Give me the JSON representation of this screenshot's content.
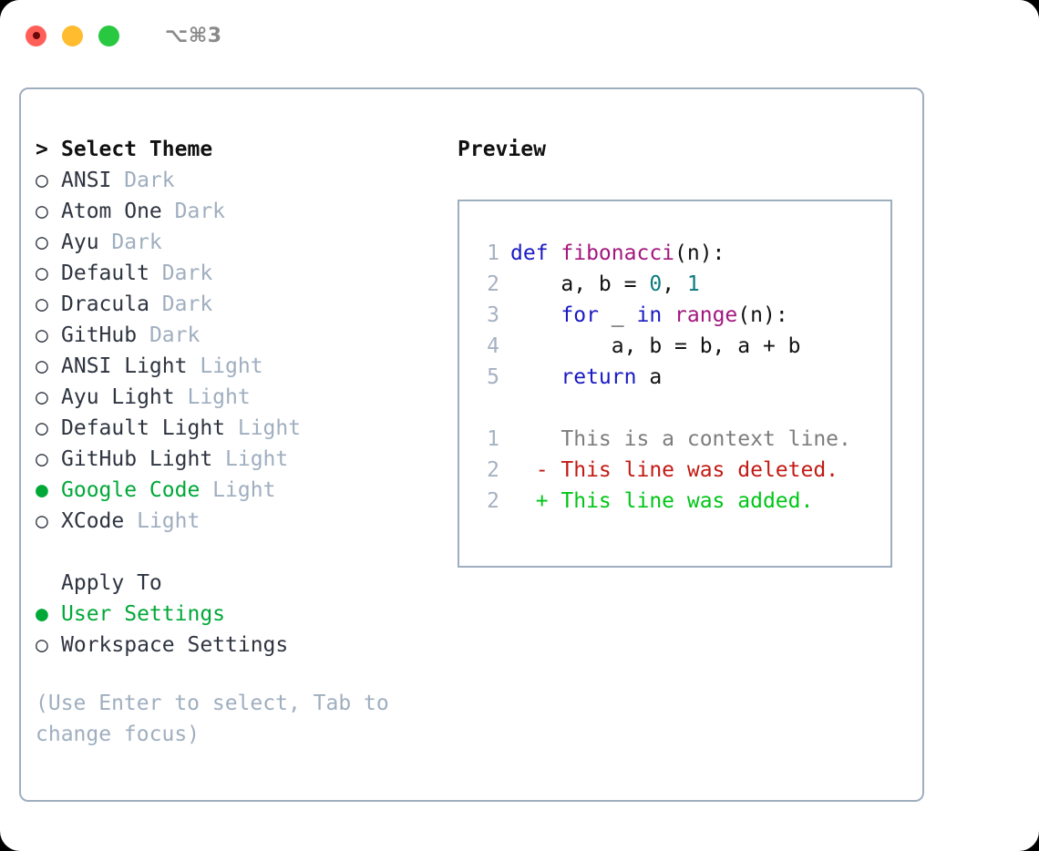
{
  "titlebar": {
    "shortcut": "⌥⌘3",
    "buttons": [
      {
        "name": "close",
        "color": "#FF5F57"
      },
      {
        "name": "minimize",
        "color": "#FEBC2E"
      },
      {
        "name": "maximize",
        "color": "#28C840"
      }
    ]
  },
  "colors": {
    "accent_green": "#00A838",
    "muted": "#9FAEBF",
    "text": "#2E3440",
    "panel_border": "#9FAEBF",
    "diff_add": "#00C617",
    "diff_del": "#C21A14",
    "diff_ctx": "#7D7D7D",
    "kw": "#1A1AC4",
    "fn": "#A3177E",
    "num": "#0C7A7E"
  },
  "theme_picker": {
    "heading": "Select Theme",
    "heading_marker": ">",
    "marker_unselected": "○",
    "marker_selected": "●",
    "items": [
      {
        "name": "ANSI",
        "suffix": "Dark",
        "selected": false
      },
      {
        "name": "Atom One",
        "suffix": "Dark",
        "selected": false
      },
      {
        "name": "Ayu",
        "suffix": "Dark",
        "selected": false
      },
      {
        "name": "Default",
        "suffix": "Dark",
        "selected": false
      },
      {
        "name": "Dracula",
        "suffix": "Dark",
        "selected": false
      },
      {
        "name": "GitHub",
        "suffix": "Dark",
        "selected": false
      },
      {
        "name": "ANSI Light",
        "suffix": "Light",
        "selected": false
      },
      {
        "name": "Ayu Light",
        "suffix": "Light",
        "selected": false
      },
      {
        "name": "Default Light",
        "suffix": "Light",
        "selected": false
      },
      {
        "name": "GitHub Light",
        "suffix": "Light",
        "selected": false
      },
      {
        "name": "Google Code",
        "suffix": "Light",
        "selected": true
      },
      {
        "name": "XCode",
        "suffix": "Light",
        "selected": false
      }
    ]
  },
  "apply_to": {
    "heading": "Apply To",
    "items": [
      {
        "name": "User Settings",
        "selected": true
      },
      {
        "name": "Workspace Settings",
        "selected": false
      }
    ]
  },
  "hint": "(Use Enter to select, Tab to change focus)",
  "preview": {
    "title": "Preview",
    "code_lines": [
      {
        "lno": "1",
        "tokens": [
          {
            "t": "def ",
            "k": "kw"
          },
          {
            "t": "fibonacci",
            "k": "fn"
          },
          {
            "t": "(n):",
            "k": "plain"
          }
        ]
      },
      {
        "lno": "2",
        "tokens": [
          {
            "t": "    a, b = ",
            "k": "plain"
          },
          {
            "t": "0",
            "k": "num"
          },
          {
            "t": ", ",
            "k": "plain"
          },
          {
            "t": "1",
            "k": "num"
          }
        ]
      },
      {
        "lno": "3",
        "tokens": [
          {
            "t": "    ",
            "k": "plain"
          },
          {
            "t": "for",
            "k": "kw"
          },
          {
            "t": " _ ",
            "k": "plain"
          },
          {
            "t": "in",
            "k": "kw"
          },
          {
            "t": " ",
            "k": "plain"
          },
          {
            "t": "range",
            "k": "fn"
          },
          {
            "t": "(n):",
            "k": "plain"
          }
        ]
      },
      {
        "lno": "4",
        "tokens": [
          {
            "t": "        a, b = b, a + b",
            "k": "plain"
          }
        ]
      },
      {
        "lno": "5",
        "tokens": [
          {
            "t": "    ",
            "k": "plain"
          },
          {
            "t": "return",
            "k": "kw"
          },
          {
            "t": " a",
            "k": "plain"
          }
        ]
      }
    ],
    "diff_lines": [
      {
        "lno": "1",
        "sign": " ",
        "text": " This is a context line.",
        "kind": "ctx"
      },
      {
        "lno": "2",
        "sign": "-",
        "text": " This line was deleted.",
        "kind": "del"
      },
      {
        "lno": "2",
        "sign": "+",
        "text": " This line was added.",
        "kind": "add"
      }
    ]
  }
}
